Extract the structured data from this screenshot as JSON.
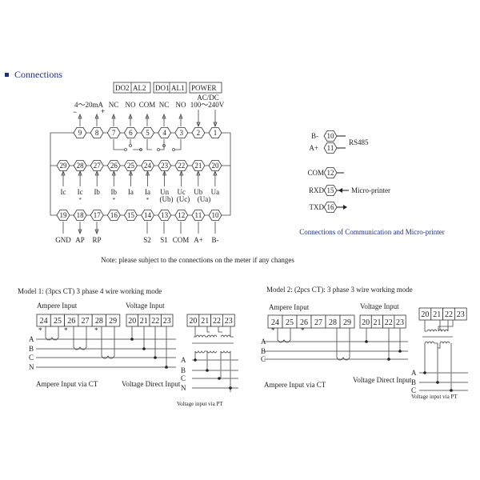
{
  "section": {
    "bullet_color": "#1e2f8c",
    "title": "Connections"
  },
  "relay_boxes": [
    {
      "left": "DO2",
      "right": "AL2"
    },
    {
      "left": "DO1",
      "right": "AL1"
    },
    {
      "single": "POWER"
    }
  ],
  "top_labels": {
    "analog": "4～20mA",
    "minus": "−",
    "plus": "+",
    "nc1": "NC",
    "no1": "NO",
    "com": "COM",
    "nc2": "NC",
    "no2": "NO",
    "acdc": "AC/DC",
    "voltage": "100～240V"
  },
  "terminals": {
    "row1": [
      "9",
      "8",
      "7",
      "6",
      "5",
      "4",
      "3",
      "2",
      "1"
    ],
    "row2": [
      "29",
      "28",
      "27",
      "26",
      "25",
      "24",
      "23",
      "22",
      "21",
      "20"
    ],
    "row3": [
      "19",
      "18",
      "17",
      "16",
      "15",
      "14",
      "13",
      "12",
      "11",
      "10"
    ]
  },
  "row2_labels": [
    "Ic",
    "Ic",
    "Ib",
    "Ib",
    "Ia",
    "Ia",
    "Un",
    "Uc",
    "Ub",
    "Ua"
  ],
  "row2_sub": [
    "(Ub)",
    "(Uc)",
    "(Ua)"
  ],
  "polarity_mark": "*",
  "row3_labels": [
    "GND",
    "AP",
    "RP",
    "S2",
    "S1",
    "COM",
    "A+",
    "B-"
  ],
  "comm": {
    "b_minus": "B-",
    "a_plus": "A+",
    "t10": "10",
    "t11": "11",
    "rs485": "RS485",
    "com": "COM",
    "t12": "12",
    "rxd": "RXD",
    "t15": "15",
    "micro_printer": "Micro-printer",
    "txd": "TXD",
    "t16": "16",
    "caption": "Connections of Communication and Micro-printer"
  },
  "note": "Note: please subject to the connections on the meter if any changes",
  "model1": {
    "title": "Model 1:  (3pcs CT)  3 phase 4 wire working mode",
    "ampere_input": "Ampere Input",
    "voltage_input": "Voltage Input",
    "ampere_terms": [
      "24",
      "25",
      "26",
      "27",
      "28",
      "29"
    ],
    "voltage_terms": [
      "20",
      "21",
      "22",
      "23"
    ],
    "pt_terms": [
      "20",
      "21",
      "22",
      "23"
    ],
    "phases": [
      "A",
      "B",
      "C",
      "N"
    ],
    "caption_ct": "Ampere Input via CT",
    "caption_direct": "Voltage Direct Input",
    "caption_pt": "Voltage input via PT"
  },
  "model2": {
    "title": "Model 2: (2pcs CT): 3 phase 3 wire working mode",
    "ampere_input": "Ampere Input",
    "voltage_input": "Voltage Input",
    "ampere_terms": [
      "24",
      "25",
      "26",
      "27",
      "28",
      "29"
    ],
    "voltage_terms": [
      "20",
      "21",
      "22",
      "23"
    ],
    "pt_terms": [
      "20",
      "21",
      "22",
      "23"
    ],
    "phases": [
      "A",
      "B",
      "C"
    ],
    "caption_ct": "Ampere Input via CT",
    "caption_direct": "Voltage Direct Input",
    "caption_pt": "Voltage input via PT"
  }
}
